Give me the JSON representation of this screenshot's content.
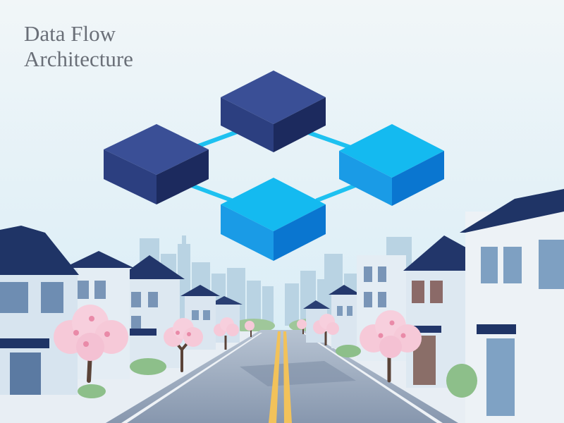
{
  "title": {
    "line1": "Data Flow",
    "line2": "Architecture"
  },
  "colors": {
    "sky_top": "#eef4f7",
    "sky_bottom": "#d6ecf6",
    "block_dark_top": "#3a4f96",
    "block_dark_left": "#2c3f80",
    "block_dark_right": "#1c2a5e",
    "block_light_top": "#14baf0",
    "block_light_left": "#1a9be6",
    "block_light_right": "#0a76d0",
    "connector": "#1ec1f0",
    "house_wall": "#dce8f2",
    "house_roof": "#1f3466",
    "blossom": "#f6c9d8",
    "road": "#9aa9bd",
    "road_line": "#f2c25a"
  },
  "diagram": {
    "nodes": [
      {
        "id": "node-top",
        "style": "dark"
      },
      {
        "id": "node-left",
        "style": "dark"
      },
      {
        "id": "node-right",
        "style": "light"
      },
      {
        "id": "node-bottom",
        "style": "light"
      }
    ],
    "edges": [
      {
        "from": "node-left",
        "to": "node-top"
      },
      {
        "from": "node-top",
        "to": "node-right"
      },
      {
        "from": "node-left",
        "to": "node-bottom"
      },
      {
        "from": "node-bottom",
        "to": "node-right"
      }
    ]
  }
}
